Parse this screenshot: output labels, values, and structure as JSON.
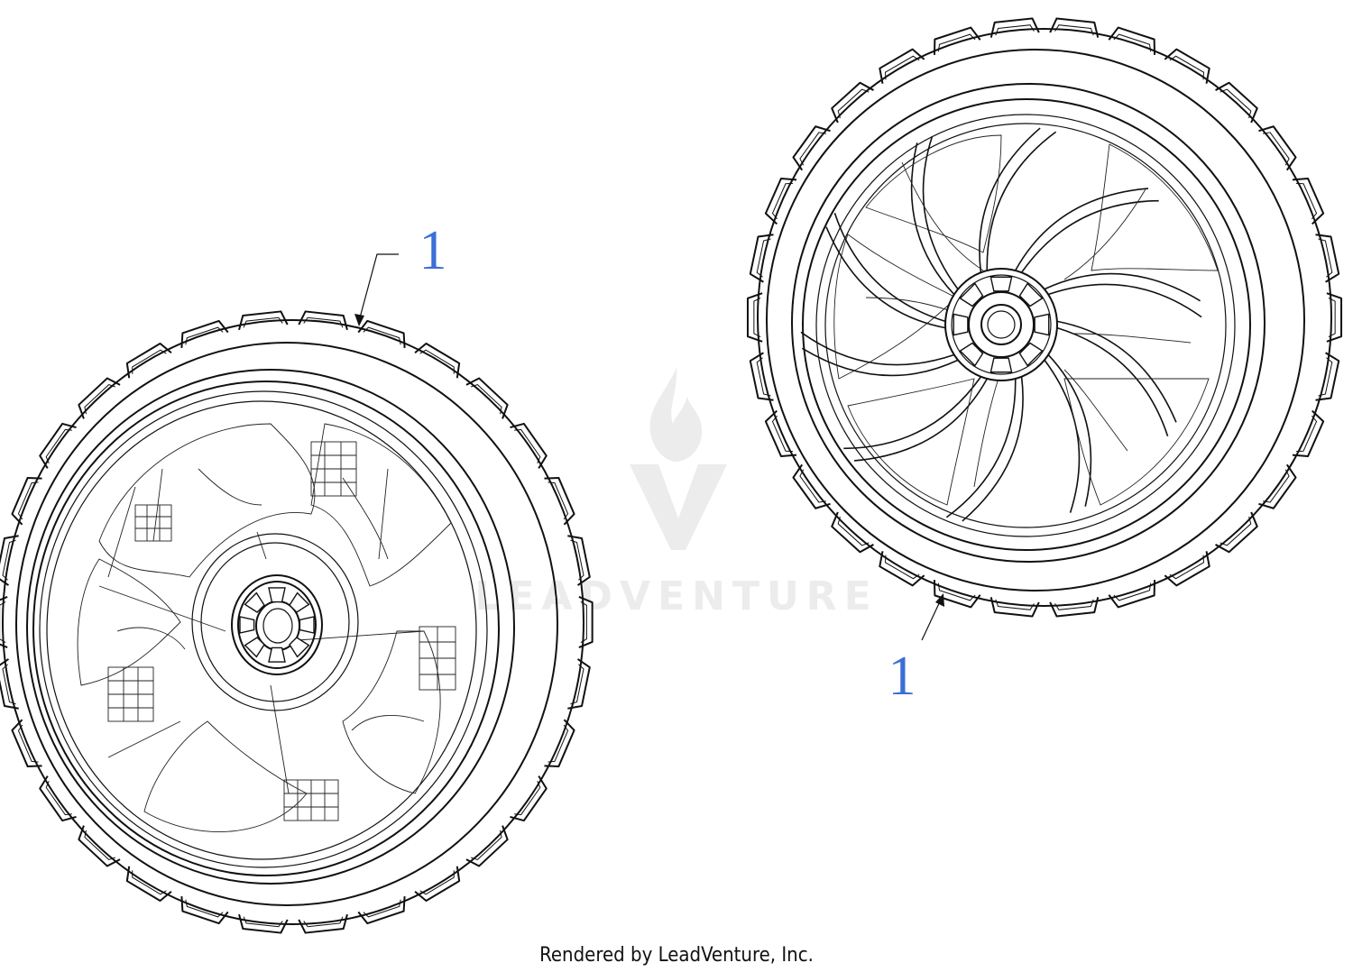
{
  "diagram": {
    "parts": [
      {
        "ref": "1",
        "label": "1"
      },
      {
        "ref": "1",
        "label": "1"
      }
    ],
    "watermark": "LEADVENTURE",
    "footer": "Rendered by LeadVenture, Inc.",
    "colors": {
      "callout": "#3a6fd8",
      "line": "#111111",
      "watermark": "#ececec"
    }
  }
}
